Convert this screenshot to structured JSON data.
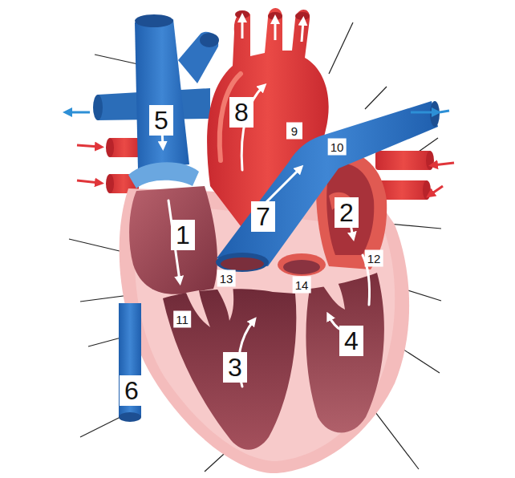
{
  "diagram": {
    "labels": [
      "5",
      "8",
      "9",
      "10",
      "7",
      "2",
      "1",
      "12",
      "13",
      "14",
      "11",
      "4",
      "3",
      "6"
    ]
  }
}
